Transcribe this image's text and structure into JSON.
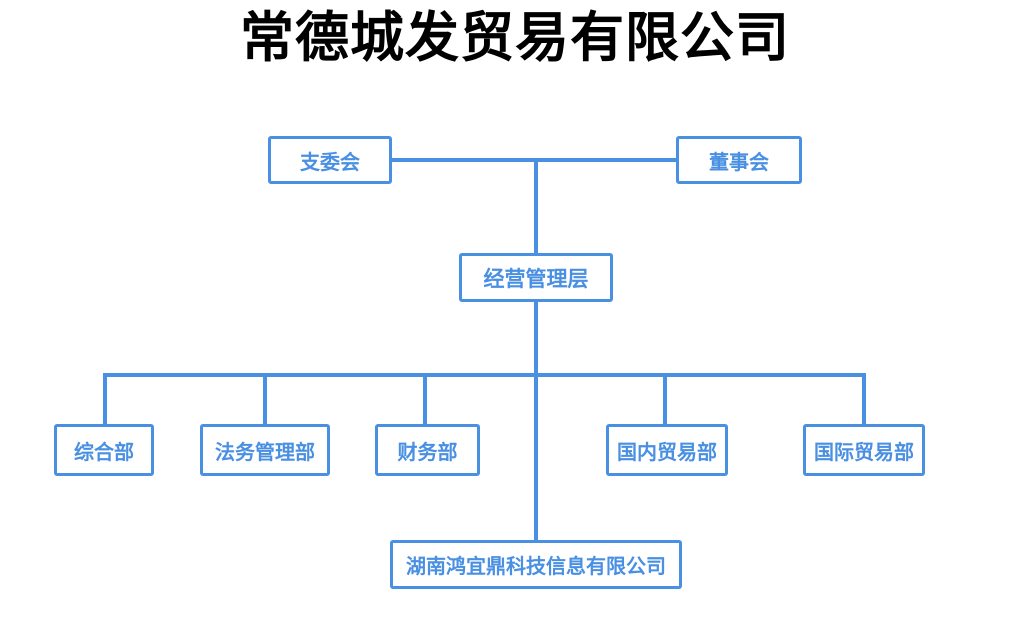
{
  "title": "常德城发贸易有限公司",
  "colors": {
    "accent": "#4a90e2",
    "title": "#000000",
    "canvas": "#ffffff"
  },
  "nodes": {
    "branch_committee": "支委会",
    "board_of_directors": "董事会",
    "management": "经营管理层",
    "general_dept": "综合部",
    "legal_dept": "法务管理部",
    "finance_dept": "财务部",
    "domestic_trade_dept": "国内贸易部",
    "international_trade_dept": "国际贸易部",
    "subsidiary": "湖南鸿宜鼎科技信息有限公司"
  },
  "levels": [
    {
      "row": 1,
      "node_keys": [
        "branch_committee",
        "board_of_directors"
      ]
    },
    {
      "row": 2,
      "node_keys": [
        "management"
      ]
    },
    {
      "row": 3,
      "node_keys": [
        "general_dept",
        "legal_dept",
        "finance_dept",
        "domestic_trade_dept",
        "international_trade_dept"
      ]
    },
    {
      "row": 4,
      "node_keys": [
        "subsidiary"
      ]
    }
  ]
}
